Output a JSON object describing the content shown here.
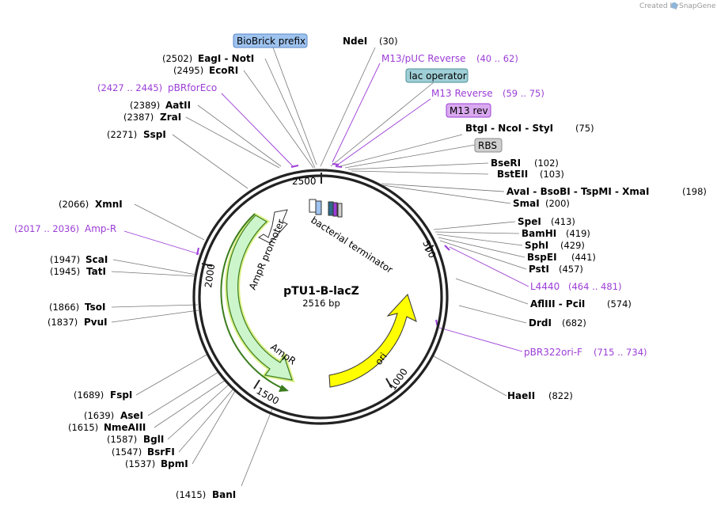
{
  "plasmid": {
    "name": "pTU1-B-lacZ",
    "length_label": "2516 bp",
    "length_bp": 2516
  },
  "logo": {
    "created_by": "Created by",
    "brand": "SnapGene"
  },
  "ring_ticks": [
    {
      "text": "2500",
      "bp": 2500
    },
    {
      "text": "500",
      "bp": 500
    },
    {
      "text": "1000",
      "bp": 1000
    },
    {
      "text": "1500",
      "bp": 1500
    },
    {
      "text": "2000",
      "bp": 2000
    }
  ],
  "boxed_labels": [
    {
      "text": "BioBrick prefix",
      "fill": "#9ec3ef",
      "stroke": "#5a86c4"
    },
    {
      "text": "lac operator",
      "fill": "#9fcfd6",
      "stroke": "#4e8f99"
    },
    {
      "text": "M13 rev",
      "fill": "#d9a9ef",
      "stroke": "#9b3dd6"
    },
    {
      "text": "RBS",
      "fill": "#cfcfcf",
      "stroke": "#8a8a8a"
    }
  ],
  "sites_right": [
    {
      "name": "NdeI",
      "pos": "(30)"
    },
    {
      "name": "BtgI - NcoI - StyI",
      "pos": "(75)"
    },
    {
      "name": "BseRI",
      "pos": "(102)"
    },
    {
      "name": "BstEII",
      "pos": "(103)"
    },
    {
      "name": "AvaI - BsoBI - TspMI - XmaI",
      "pos": "(198)"
    },
    {
      "name": "SmaI",
      "pos": "(200)"
    },
    {
      "name": "SpeI",
      "pos": "(413)"
    },
    {
      "name": "BamHI",
      "pos": "(419)"
    },
    {
      "name": "SphI",
      "pos": "(429)"
    },
    {
      "name": "BspEI",
      "pos": "(441)"
    },
    {
      "name": "PstI",
      "pos": "(457)"
    },
    {
      "name": "AflIII - PciI",
      "pos": "(574)"
    },
    {
      "name": "DrdI",
      "pos": "(682)"
    },
    {
      "name": "HaeII",
      "pos": "(822)"
    }
  ],
  "sites_left": [
    {
      "name": "EagI - NotI",
      "pos": "(2502)"
    },
    {
      "name": "EcoRI",
      "pos": "(2495)"
    },
    {
      "name": "AatII",
      "pos": "(2389)"
    },
    {
      "name": "ZraI",
      "pos": "(2387)"
    },
    {
      "name": "SspI",
      "pos": "(2271)"
    },
    {
      "name": "XmnI",
      "pos": "(2066)"
    },
    {
      "name": "ScaI",
      "pos": "(1947)"
    },
    {
      "name": "TatI",
      "pos": "(1945)"
    },
    {
      "name": "TsoI",
      "pos": "(1866)"
    },
    {
      "name": "PvuI",
      "pos": "(1837)"
    },
    {
      "name": "FspI",
      "pos": "(1689)"
    },
    {
      "name": "AseI",
      "pos": "(1639)"
    },
    {
      "name": "NmeAIII",
      "pos": "(1615)"
    },
    {
      "name": "BglI",
      "pos": "(1587)"
    },
    {
      "name": "BsrFI",
      "pos": "(1547)"
    },
    {
      "name": "BpmI",
      "pos": "(1537)"
    },
    {
      "name": "BanI",
      "pos": "(1415)"
    }
  ],
  "primers": [
    {
      "name": "M13/pUC Reverse",
      "range": "(40 .. 62)"
    },
    {
      "name": "M13 Reverse",
      "range": "(59 .. 75)"
    },
    {
      "name": "L4440",
      "range": "(464 .. 481)"
    },
    {
      "name": "pBR322ori-F",
      "range": "(715 .. 734)"
    },
    {
      "name": "Amp-R",
      "range": "(2017 .. 2036)"
    },
    {
      "name": "pBRforEco",
      "range": "(2427 .. 2445)"
    }
  ],
  "features": {
    "bacterial_terminator": "bacterial terminator",
    "ori": "ori",
    "ampr": "AmpR",
    "ampr_promoter": "AmpR promoter"
  },
  "colors": {
    "ori": "#ffff00",
    "ampr": "#ccf5cc",
    "ampr_dark": "#3c7d1e",
    "ampr_glow": "#d9f07a",
    "primer": "#9b3dd6",
    "leader": "#777777"
  }
}
